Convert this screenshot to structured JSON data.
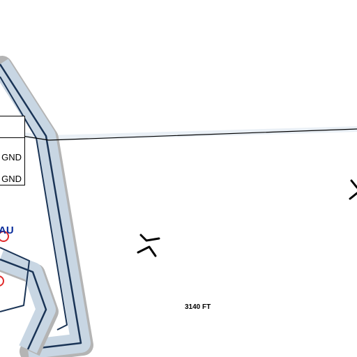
{
  "map": {
    "airspace_box": {
      "row1": "GND",
      "row2": "GND"
    },
    "elevation_label": "3140 FT",
    "place_label": "AU",
    "colors": {
      "background": "#ffffff",
      "boundary_fill": "#c8d6e3",
      "boundary_halo": "#b4b4b4",
      "boundary_line": "#1a3456",
      "place_text": "#0a2e9c",
      "place_marker": "#e02a2a",
      "route_line": "#000000"
    },
    "icons": [
      "pass-symbol-icon",
      "pass-symbol-icon"
    ]
  }
}
